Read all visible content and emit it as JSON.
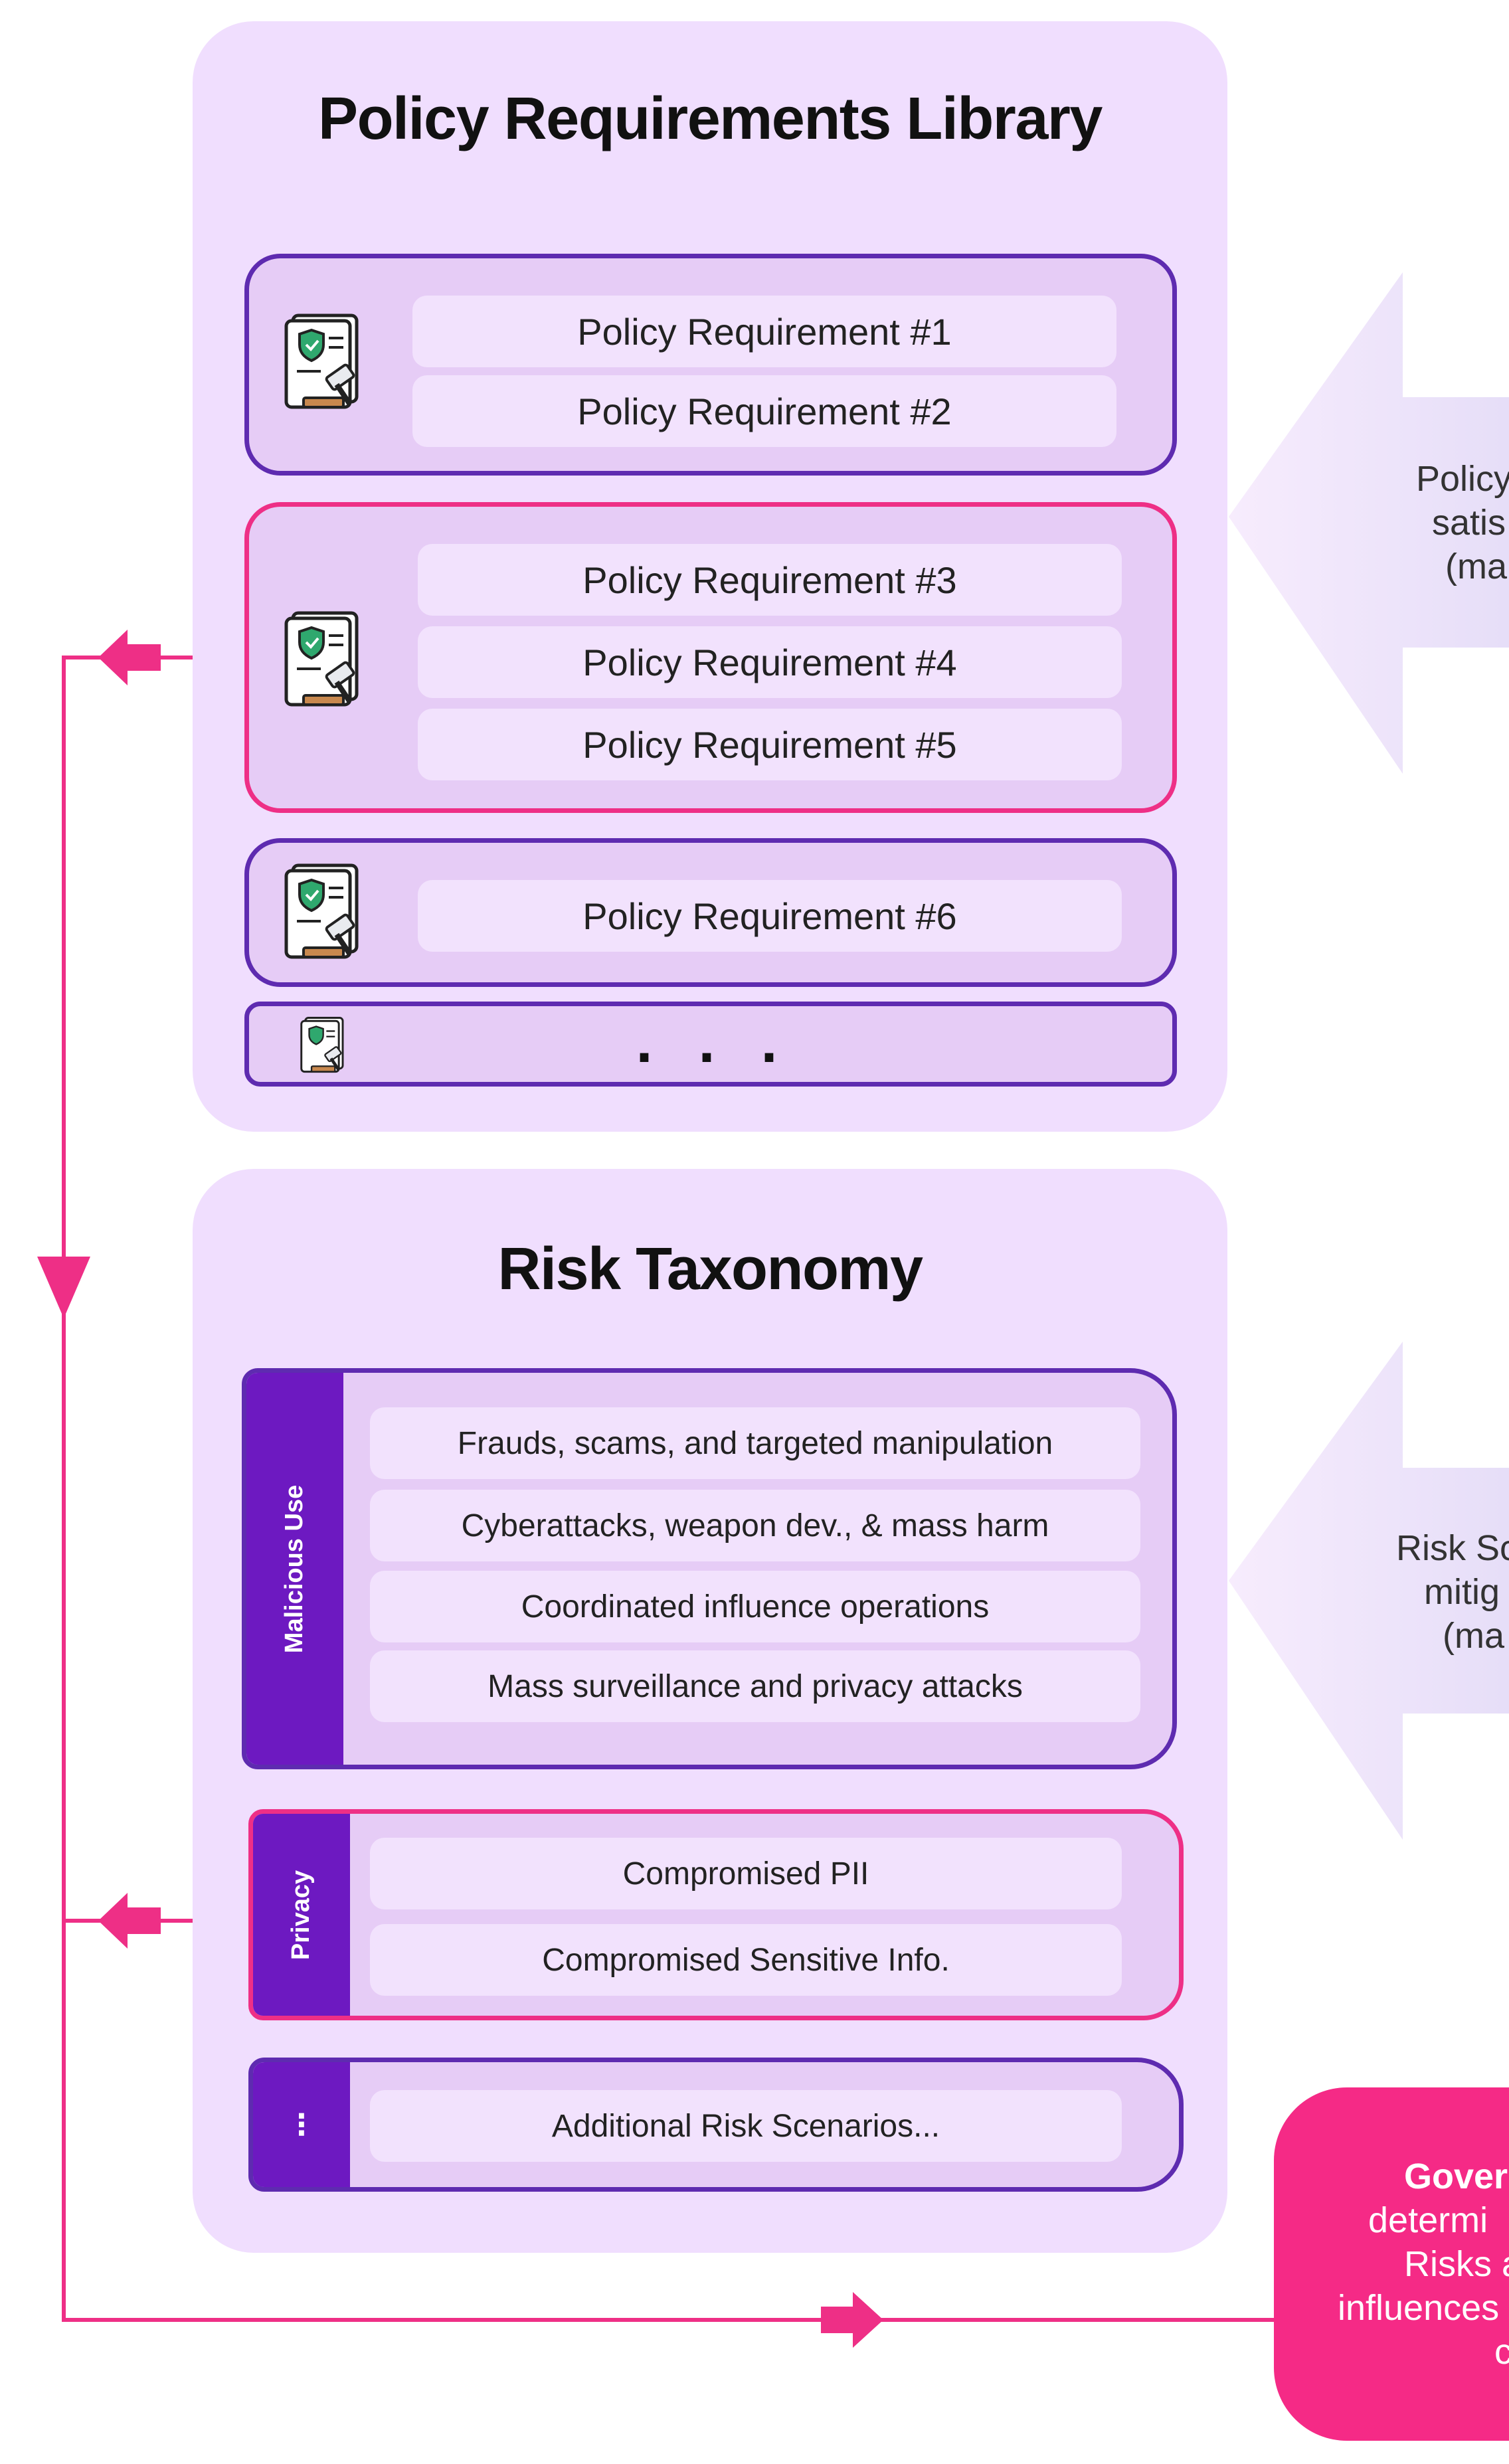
{
  "policy_library": {
    "title": "Policy Requirements Library",
    "groups": [
      {
        "items": [
          "Policy Requirement #1",
          "Policy Requirement #2"
        ],
        "icon": "policy-document-gavel-icon"
      },
      {
        "items": [
          "Policy Requirement #3",
          "Policy Requirement #4",
          "Policy Requirement #5"
        ],
        "icon": "policy-document-gavel-icon",
        "highlight": true
      },
      {
        "items": [
          "Policy Requirement #6"
        ],
        "icon": "policy-document-gavel-icon"
      },
      {
        "items": [],
        "ellipsis": ". . .",
        "icon": "policy-document-gavel-icon"
      }
    ]
  },
  "risk_taxonomy": {
    "title": "Risk Taxonomy",
    "categories": [
      {
        "label": "Malicious Use",
        "items": [
          "Frauds, scams, and targeted manipulation",
          "Cyberattacks, weapon dev., & mass harm",
          "Coordinated influence operations",
          "Mass surveillance and privacy attacks"
        ]
      },
      {
        "label": "Privacy",
        "highlight": true,
        "items": [
          "Compromised PII",
          "Compromised Sensitive Info."
        ]
      },
      {
        "label": "⋮",
        "items": [
          "Additional Risk Scenarios..."
        ]
      }
    ]
  },
  "side_panels": {
    "policy_arrow_text": [
      "Policy",
      "satis",
      "(ma"
    ],
    "risk_arrow_text": [
      "Risk Sc",
      "mitig",
      "(ma"
    ],
    "governance_text": [
      "Gover",
      "determi",
      "Risks a",
      "influences",
      "c"
    ]
  },
  "colors": {
    "panel_bg": "#f0defe",
    "group_bg": "#e6ccf6",
    "pill_bg": "#f2e2fd",
    "purple_border": "#5e2bb0",
    "pink_accent": "#ee2f86",
    "category_bar": "#6d19c1",
    "governance_box": "#f52a86"
  }
}
